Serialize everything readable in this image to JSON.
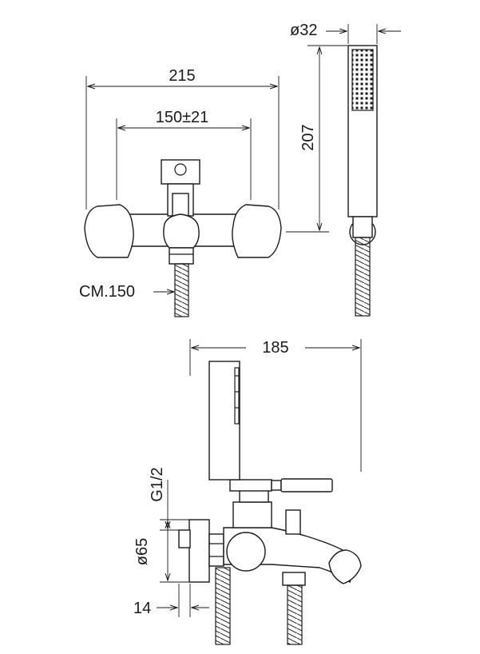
{
  "front_view": {
    "width_label": "215",
    "centers_label": "150±21",
    "hose_label": "CM.150"
  },
  "hand_shower": {
    "diameter_label": "ø32",
    "length_label": "207"
  },
  "side_view": {
    "depth_label": "185",
    "thread_label": "G1/2",
    "flange_label": "ø65",
    "offset_label": "14"
  }
}
